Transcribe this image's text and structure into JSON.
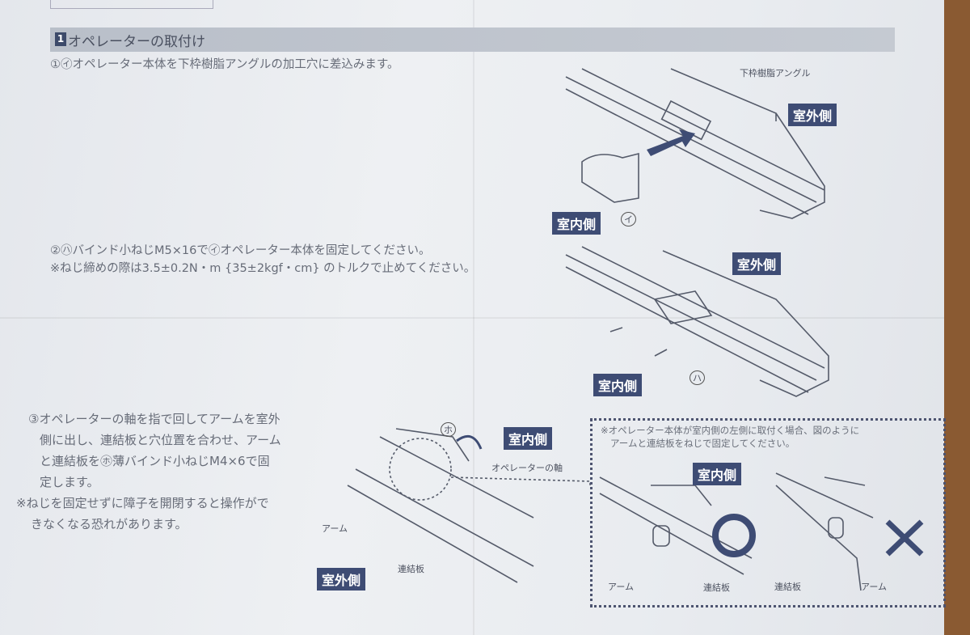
{
  "section": {
    "number": "1",
    "title": "オペレーターの取付け"
  },
  "step1": {
    "text": "①㋑オペレーター本体を下枠樹脂アングルの加工穴に差込みます。"
  },
  "step2": {
    "line1": "②㋩バインド小ねじM5×16で㋑オペレーター本体を固定してください。",
    "line2": "※ねじ締めの際は3.5±0.2N・m {35±2kgf・cm} のトルクで止めてください。"
  },
  "step3": {
    "lines": [
      "③オペレーターの軸を指で回してアームを室外",
      "側に出し、連結板と穴位置を合わせ、アーム",
      "と連結板を㋭薄バインド小ねじM4×6で固",
      "定します。"
    ],
    "warning": [
      "※ねじを固定せずに障子を開閉すると操作がで",
      "きなくなる恐れがあります。"
    ]
  },
  "fig1": {
    "angle_label": "下枠樹脂アングル",
    "outdoor": "室外側",
    "indoor": "室内側",
    "part": "イ"
  },
  "fig2": {
    "outdoor": "室外側",
    "indoor": "室内側",
    "part": "ハ"
  },
  "fig3": {
    "indoor": "室内側",
    "outdoor": "室外側",
    "part": "ホ",
    "shaft": "オペレーターの軸",
    "arm": "アーム",
    "plate": "連結板"
  },
  "note_box": {
    "lines": [
      "※オペレーター本体が室内側の左側に取付く場合、図のように",
      "アームと連結板をねじで固定してください。"
    ],
    "indoor": "室内側",
    "ok_symbol": "○",
    "ng_symbol": "×",
    "left_arm": "アーム",
    "left_plate": "連結板",
    "right_plate": "連結板",
    "right_arm": "アーム"
  },
  "colors": {
    "tag": "#3e4c74",
    "paper": "#eceef2"
  }
}
